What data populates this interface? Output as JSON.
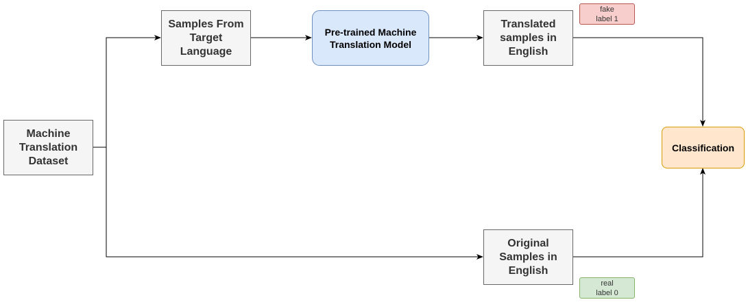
{
  "nodes": {
    "dataset": "Machine\nTranslation\nDataset",
    "samples_target": "Samples From\nTarget\nLanguage",
    "mt_model": "Pre-trained Machine\nTranslation Model",
    "translated": "Translated\nsamples in\nEnglish",
    "original": "Original\nSamples in\nEnglish",
    "classification": "Classification"
  },
  "tags": {
    "fake": {
      "line1": "fake",
      "line2": "label 1"
    },
    "real": {
      "line1": "real",
      "line2": "label 0"
    }
  },
  "colors": {
    "process_fill": "#f5f5f5",
    "process_stroke": "#666666",
    "model_fill": "#dae8fc",
    "model_stroke": "#6c8ebf",
    "classifier_fill": "#ffe6cc",
    "classifier_stroke": "#d79b00",
    "fake_fill": "#f8cecc",
    "fake_stroke": "#b85450",
    "real_fill": "#d5e8d4",
    "real_stroke": "#82b366",
    "edge": "#000000"
  }
}
